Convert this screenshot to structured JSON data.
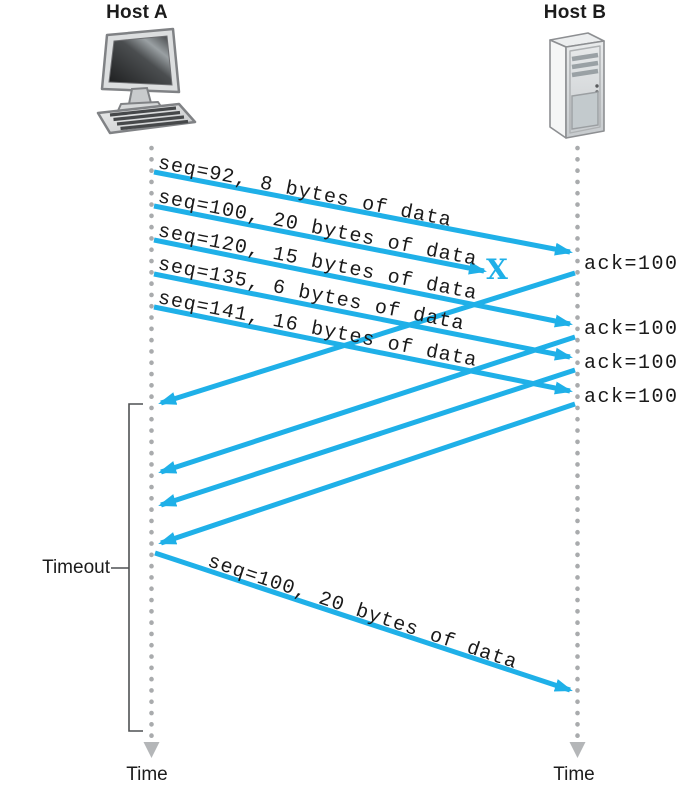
{
  "hosts": {
    "a": {
      "label": "Host A"
    },
    "b": {
      "label": "Host B"
    }
  },
  "segments": [
    {
      "label": "seq=92, 8 bytes of data"
    },
    {
      "label": "seq=100, 20 bytes of data"
    },
    {
      "label": "seq=120, 15 bytes of data"
    },
    {
      "label": "seq=135, 6 bytes of data"
    },
    {
      "label": "seq=141, 16 bytes of data"
    }
  ],
  "acks": [
    {
      "label": "ack=100"
    },
    {
      "label": "ack=100"
    },
    {
      "label": "ack=100"
    },
    {
      "label": "ack=100"
    }
  ],
  "retransmission": {
    "label": "seq=100, 20 bytes of data"
  },
  "loss_marker": "X",
  "timeout": {
    "label": "Timeout"
  },
  "time_axis": {
    "a": "Time",
    "b": "Time"
  },
  "colors": {
    "arrow": "#1fb0e8",
    "timeline": "#a9abad",
    "bracket": "#4f5153",
    "text": "#1c1c1c",
    "timeArrow": "#b4b6b8"
  }
}
